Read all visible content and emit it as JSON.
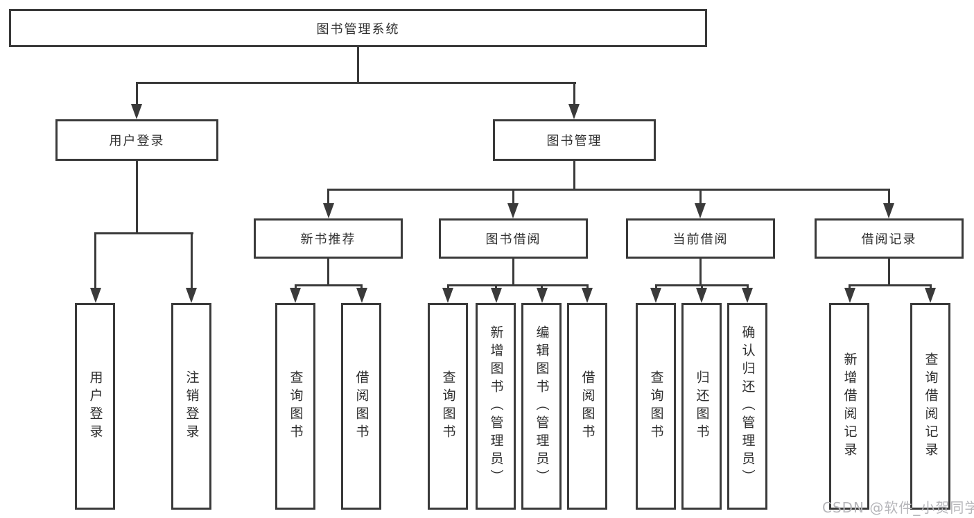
{
  "diagram": {
    "root": {
      "label": "图书管理系统"
    },
    "level1": [
      {
        "label": "用户登录"
      },
      {
        "label": "图书管理"
      }
    ],
    "level2": [
      {
        "label": "新书推荐"
      },
      {
        "label": "图书借阅"
      },
      {
        "label": "当前借阅"
      },
      {
        "label": "借阅记录"
      }
    ],
    "leaves": {
      "user_login": [
        "用户登录",
        "注销登录"
      ],
      "new_book": [
        "查询图书",
        "借阅图书"
      ],
      "book_borrow": [
        "查询图书",
        "新增图书（管理员）",
        "编辑图书（管理员）",
        "借阅图书"
      ],
      "current_borrow": [
        "查询图书",
        "归还图书",
        "确认归还（管理员）"
      ],
      "borrow_record": [
        "新增借阅记录",
        "查询借阅记录"
      ]
    }
  },
  "watermark": {
    "text": "CSDN @软件_小贺同学"
  },
  "colors": {
    "line": "#3a3a3a",
    "text": "#2e2e2e",
    "watermark": "#b6b6ba",
    "background": "#ffffff"
  }
}
